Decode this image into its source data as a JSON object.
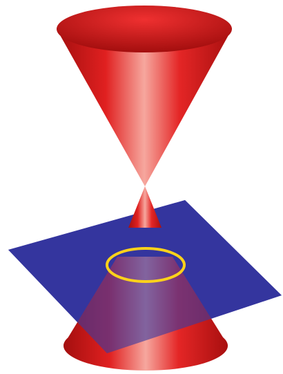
{
  "colors": {
    "background": "#ffffff",
    "cone_dark": "#b01212",
    "cone_mid": "#e32222",
    "cone_highlight": "#f7a8a0",
    "cone_rim_inner": "#a30e0e",
    "plane": "#2c2e9c",
    "plane_overlay": "#3a3aa0",
    "circle": "#ffd21a"
  },
  "shapes": {
    "upper_nappe": "cone",
    "lower_nappe": "cone",
    "cutting_plane": "plane",
    "intersection_curve": "circle"
  }
}
